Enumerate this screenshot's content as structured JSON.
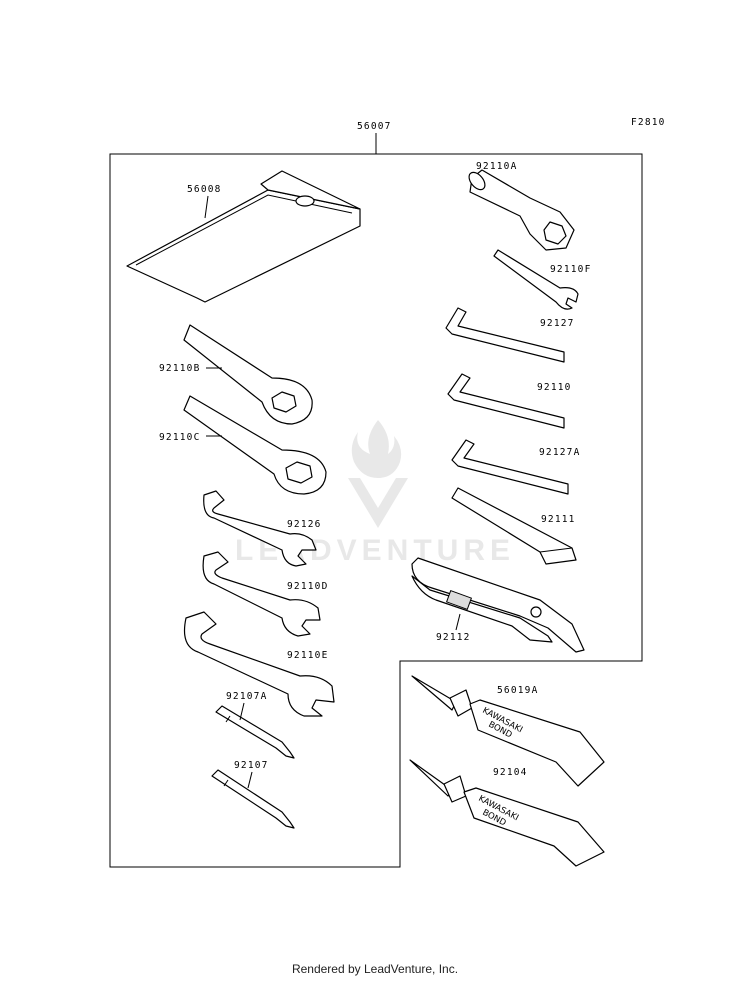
{
  "diagram_code": "F2810",
  "labels": {
    "kit": "56007",
    "case": "56008",
    "plug_wrench": "92110A",
    "wrench_f": "92110F",
    "hex_1": "92127",
    "hex_2": "92110",
    "hex_3": "92127A",
    "handle": "92111",
    "pliers": "92112",
    "ring_b": "92110B",
    "ring_c": "92110C",
    "open_1": "92126",
    "open_d": "92110D",
    "open_e": "92110E",
    "driver_a": "92107A",
    "driver": "92107",
    "bond_1": "56019A",
    "bond_2": "92104"
  },
  "tube_text": {
    "brand": "KAWASAKI",
    "product": "BOND"
  },
  "watermark": "LEADVENTURE",
  "footer": "Rendered by LeadVenture, Inc."
}
